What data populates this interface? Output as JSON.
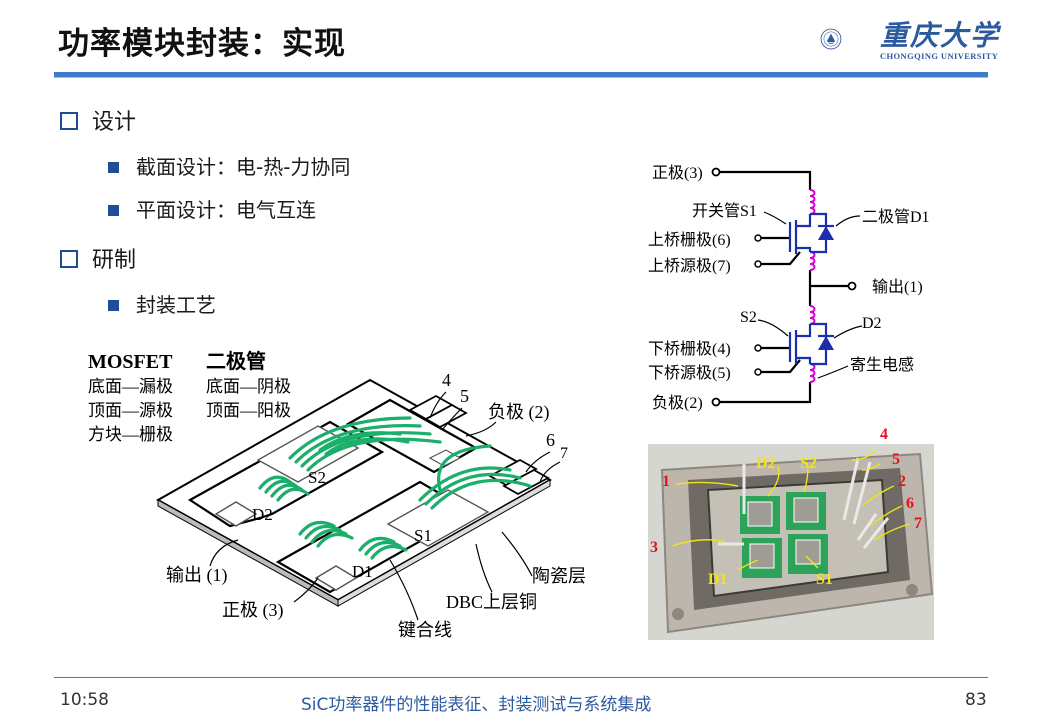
{
  "title": "功率模块封装：实现",
  "logo": {
    "name": "重庆大学",
    "sub": "CHONGQING UNIVERSITY"
  },
  "bullets": [
    {
      "label": "设计",
      "subs": [
        "截面设计：电-热-力协同",
        "平面设计：电气互连"
      ]
    },
    {
      "label": "研制",
      "subs": [
        "封装工艺"
      ]
    }
  ],
  "legend": {
    "mosfet": {
      "heading": "MOSFET",
      "lines": [
        "底面—漏极",
        "顶面—源极",
        "方块—栅极"
      ]
    },
    "diode": {
      "heading": "二极管",
      "lines": [
        "底面—阴极",
        "顶面—阳极"
      ]
    }
  },
  "layout_diagram": {
    "labels": {
      "n4": "4",
      "n5": "5",
      "neg": "负极 (2)",
      "n6": "6",
      "n7": "7",
      "s2": "S2",
      "d2": "D2",
      "s1": "S1",
      "d1": "D1",
      "out": "输出 (1)",
      "pos": "正极 (3)",
      "ceramic": "陶瓷层",
      "dbc": "DBC上层铜",
      "bond": "键合线"
    }
  },
  "circuit": {
    "labels": {
      "pos": "正极(3)",
      "s1": "开关管S1",
      "d1": "二极管D1",
      "hg": "上桥栅极(6)",
      "hs": "上桥源极(7)",
      "out": "输出(1)",
      "s2": "S2",
      "d2": "D2",
      "lg": "下桥栅极(4)",
      "ls": "下桥源极(5)",
      "para": "寄生电感",
      "neg": "负极(2)"
    }
  },
  "photo": {
    "labels": {
      "n1": "1",
      "n3": "3",
      "d2": "D2",
      "s2": "S2",
      "n4": "4",
      "n5": "5",
      "n2": "2",
      "n6": "6",
      "n7": "7",
      "d1": "D1",
      "s1": "S1"
    }
  },
  "footer": {
    "time": "10:58",
    "subject": "SiC功率器件的性能表征、封装测试与系统集成",
    "page": "83"
  },
  "colors": {
    "accent": "#3e7cc5",
    "wire": "#1aaf6b",
    "circuit": "#1a2fb0",
    "inductor": "#d400d4",
    "photo_label": "#e8101a"
  }
}
